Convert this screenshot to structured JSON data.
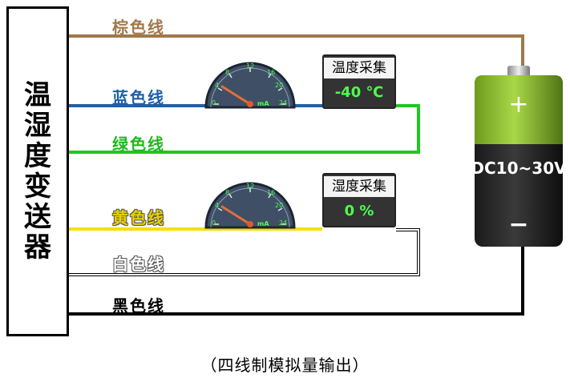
{
  "transmitter": {
    "label_chars": [
      "温",
      "湿",
      "度",
      "变",
      "送",
      "器"
    ]
  },
  "wires": {
    "brown": "棕色线",
    "blue": "蓝色线",
    "green": "绿色线",
    "yellow": "黄色线",
    "white": "白色线",
    "black": "黑色线"
  },
  "colors": {
    "brown": "#a0784a",
    "blue": "#1e5fa8",
    "green": "#1fb81f",
    "yellow": "#f5e000",
    "black": "#000000"
  },
  "gauges": [
    {
      "unit": "mA",
      "ticks": [
        "0",
        "4",
        "8",
        "12",
        "16",
        "20",
        "24"
      ]
    },
    {
      "unit": "mA",
      "ticks": [
        "0",
        "4",
        "8",
        "12",
        "16",
        "20",
        "24"
      ]
    }
  ],
  "displays": [
    {
      "title": "温度采集",
      "value": "-40 ℃"
    },
    {
      "title": "湿度采集",
      "value": "0 %"
    }
  ],
  "battery": {
    "label": "DC10~30V",
    "plus": "+",
    "minus": "−"
  },
  "caption": "（四线制模拟量输出）"
}
